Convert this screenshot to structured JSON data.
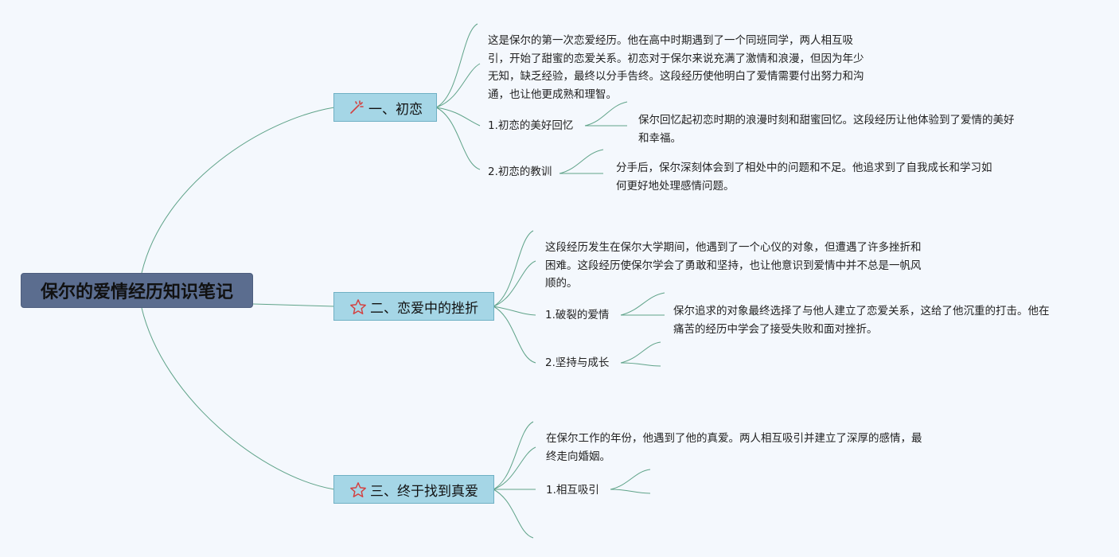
{
  "root": {
    "title": "保尔的爱情经历知识笔记"
  },
  "colors": {
    "background": "#f4f8fd",
    "root": "#5b6d8f",
    "topic": "#a5d6e6",
    "connector": "#5fa389"
  },
  "branches": [
    {
      "title": "一、初恋",
      "icon": "sparkle-icon",
      "summary": [
        "这是保尔的第一次恋爱经历。他在高中时期遇到了一个同班同学，两人相互吸",
        "引，开始了甜蜜的恋爱关系。初恋对于保尔来说充满了激情和浪漫，但因为年少",
        "无知，缺乏经验，最终以分手告终。这段经历使他明白了爱情需要付出努力和沟",
        "通，也让他更成熟和理智。"
      ],
      "subtopics": [
        {
          "label": "1.初恋的美好回忆",
          "detail": [
            "保尔回忆起初恋时期的浪漫时刻和甜蜜回忆。这段经历让他体验到了爱情的美好",
            "和幸福。"
          ]
        },
        {
          "label": "2.初恋的教训",
          "detail": [
            "分手后，保尔深刻体会到了相处中的问题和不足。他追求到了自我成长和学习如",
            "何更好地处理感情问题。"
          ]
        }
      ]
    },
    {
      "title": "二、恋爱中的挫折",
      "icon": "star-icon",
      "summary": [
        "这段经历发生在保尔大学期间，他遇到了一个心仪的对象，但遭遇了许多挫折和",
        "困难。这段经历使保尔学会了勇敢和坚持，也让他意识到爱情中并不总是一帆风",
        "顺的。"
      ],
      "subtopics": [
        {
          "label": "1.破裂的爱情",
          "detail": [
            "保尔追求的对象最终选择了与他人建立了恋爱关系，这给了他沉重的打击。他在",
            "痛苦的经历中学会了接受失败和面对挫折。"
          ]
        },
        {
          "label": "2.坚持与成长",
          "detail": []
        }
      ]
    },
    {
      "title": "三、终于找到真爱",
      "icon": "star-icon",
      "summary": [
        "在保尔工作的年份，他遇到了他的真爱。两人相互吸引并建立了深厚的感情，最",
        "终走向婚姻。"
      ],
      "subtopics": [
        {
          "label": "1.相互吸引",
          "detail": []
        }
      ]
    }
  ]
}
